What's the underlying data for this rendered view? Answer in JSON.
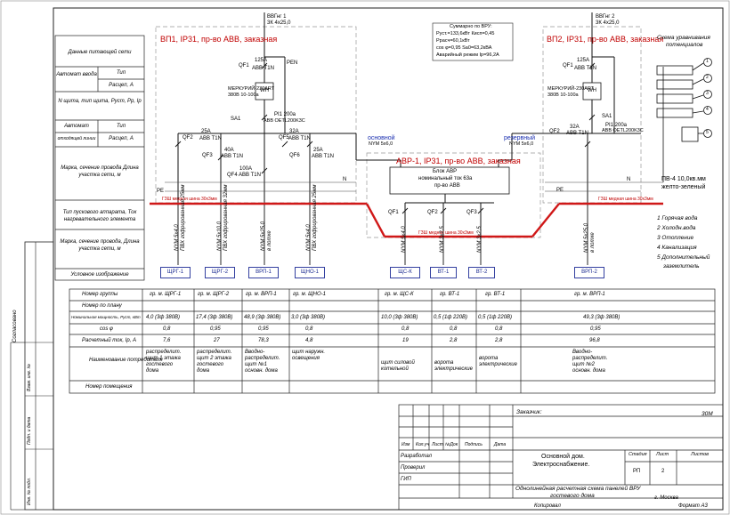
{
  "supply": {
    "feeder1": {
      "name": "ВВГнг 1",
      "cable": "3К 4х25,0"
    },
    "feeder2": {
      "name": "ВВГнг 2",
      "cable": "3К 4х25,0"
    },
    "vp1_title": "ВП1, IP31, пр-во ABB, заказная",
    "vp2_title": "ВП2, IP31, пр-во ABB, заказная",
    "avr_title": "АВР-1, IP31, пр-во ABB, заказная",
    "avr_block": [
      "Блок АВР",
      "номинальный ток 63а",
      "пр-во ABB"
    ],
    "main_line": "основной",
    "main_cable": "NYM 5х6,0",
    "reserve_line": "резервный",
    "reserve_cable": "NYM 5х6,0",
    "pe_bus1": "ГЗШ медная шина 30х3мм",
    "pe_bus2": "ГЗШ медная шина 30х3мм",
    "pe_bus3": "ГЗШ медная шина 30х3мм",
    "pen": "PEN",
    "n": "N",
    "pe": "PE",
    "wh": "WH",
    "pv4": "ПВ-4 10,0кв.мм",
    "pv4_color": "желто-зеленый"
  },
  "summary_box": [
    "Суммарно по ВРУ:",
    "Pуст.=133,6кВт  Кисп=0,45",
    "Pрасч=60,1кВт",
    "cos φ=0,95  Sa0=63,2кВА",
    "Аварийный режим  Iр=96,2А"
  ],
  "devices": {
    "qf1": "QF1",
    "qf1_spec": "125A",
    "qf1_brand": "ABB  T1N",
    "meter": "МЕРКУРИЙ-230ART",
    "meter_spec": "380В 10-100а",
    "sa1": "SA1",
    "sa1_spec": "PI1 200a",
    "sa1_brand": "ABB  OETL200K3C",
    "qf2": "QF2",
    "qf2_spec": "25A",
    "qf2_brand": "ABB  T1N",
    "qf3": "QF3",
    "qf3_spec": "40A",
    "qf3_brand": "ABB  T1N",
    "qf4": "QF4",
    "qf4_spec": "100A",
    "qf4_brand": "ABB  T1N",
    "qf5": "QF5",
    "qf5_spec": "32A",
    "qf5_brand": "ABB  T1N",
    "qf6": "QF6",
    "qf6_spec": "25A",
    "qf6_brand": "ABB  T1N",
    "qf1r": "QF1",
    "qf1r_spec": "125A",
    "qf1r_brand": "ABB  T1N",
    "meter_r": "МЕРКУРИЙ-230ART",
    "meter_r_spec": "380В 10-100а",
    "sa1r": "SA1",
    "sa1r_spec": "PI1 200a",
    "sa1r_brand": "ABB  OETL200K3C",
    "qf2r": "QF2",
    "qf2r_spec": "32A",
    "qf2r_brand": "ABB  T1N",
    "qf1a": "QF1",
    "qf2a": "QF2",
    "qf3a": "QF3"
  },
  "cables": [
    "NYM 5х4,0",
    "NYM 5х10,0",
    "NYM 5х25,0",
    "NYM 5х4,0",
    "NYM 5х4,0",
    "NYM 3х2,5",
    "NYM 3х2,5",
    "NYM 5х25,0"
  ],
  "cable_notes": [
    "ПВХ гофрированная 25мм",
    "ПВХ гофрированная 32мм",
    "в лотке",
    "ПВХ гофрированная 25мм",
    "в лотке",
    "в лотке"
  ],
  "panels": [
    "ЩРГ-1",
    "ЩРГ-2",
    "ВРП-1",
    "ЩНО-1",
    "ЩС-К",
    "ВТ-1",
    "ВТ-2",
    "ВРП-2"
  ],
  "left_labels": {
    "supply_data": "Данные питающей сети",
    "breaker": "Автомат вводa",
    "type": "Тип",
    "current": "Расцеп, А",
    "panel_no": "N щита, тип щита, Руст, Рр, Iр",
    "breaker2": "Автомат",
    "type2": "Тип",
    "outgoing": "отходящей линии",
    "current2": "Расцеп, А",
    "cable_brand": "Марка, сечение провода Длина участка сети, м",
    "starter": "Тип пускового аппарата, Ток нагревательного элемента",
    "cable_brand2": "Марка, сечение провода, Длина участка сети, м",
    "symbol": "Условное изображение"
  },
  "table": {
    "headers": [
      "Номер группы",
      "Номер по плану",
      "Номинальная мощность, Руст, кВт",
      "cos φ",
      "Расчетный ток, Iр, А",
      "Наименование потребителя",
      "Номер помещения"
    ],
    "groups": [
      "гр. м. ЩРГ-1",
      "гр. м. ЩРГ-2",
      "гр. м. ВРП-1",
      "гр. м. ЩНО-1",
      "гр. м. ЩС-К",
      "гр. ВТ-1",
      "гр. ВТ-1",
      "гр. м. ВРП-1"
    ],
    "power": [
      "4,0 (3ф 380В)",
      "17,4 (3ф 380В)",
      "48,9 (3ф 380В)",
      "3,0 (3ф 380В)",
      "10,0 (3ф 380В)",
      "0,5 (1ф 220В)",
      "0,5 (1ф 220В)",
      "49,3 (3ф 380В)"
    ],
    "cos": [
      "0,8",
      "0,95",
      "0,95",
      "0,8",
      "0,8",
      "0,8",
      "0,8",
      "0,95"
    ],
    "current": [
      "7,6",
      "27",
      "78,3",
      "4,8",
      "19",
      "2,8",
      "2,8",
      "96,8"
    ],
    "consumer": [
      [
        "распределит.",
        "щит 1 этажа",
        "гостевого",
        "дома"
      ],
      [
        "распределит.",
        "щит 2 этажа",
        "гостевого",
        "дома"
      ],
      [
        "Вводно-",
        "распределит.",
        "щит №1",
        "основн. дома"
      ],
      [
        "щит наружн.",
        "освещения"
      ],
      [
        "щит силовой",
        "котельной"
      ],
      [
        "ворота",
        "электрические"
      ],
      [
        "ворота",
        "электрические"
      ],
      [
        "Вводно-",
        "распределит.",
        "щит №2",
        "основн. дома"
      ]
    ]
  },
  "legend": {
    "title": [
      "Схема уравнивания",
      "потенциалов"
    ],
    "items": [
      "1 Горячая вода",
      "2 Холодн.вода",
      "3 Отопление",
      "4 Канализация",
      "5 Дополнительный",
      "заземлитель"
    ],
    "numbers": [
      "1",
      "2",
      "3",
      "4",
      "5"
    ]
  },
  "side_stamps": [
    "Согласовано",
    "Взам. инв. №",
    "Подп. и дата",
    "Инв. № подл."
  ],
  "stamp": {
    "customer_label": "Заказчик:",
    "code": "30М",
    "col_heads": [
      "Изм",
      "Кол.уч",
      "Лист",
      "№Док",
      "Подпись",
      "Дата"
    ],
    "roles": [
      "Разработал",
      "Проверил",
      "ГИП"
    ],
    "object": [
      "Основной дом.",
      "Электроснабжение."
    ],
    "stage_head": "Стадия",
    "sheet_head": "Лист",
    "sheets_head": "Листов",
    "stage": "РП",
    "sheet": "2",
    "title": [
      "Однолинейная расчетная схема панелей ВРУ",
      "гостевого дома"
    ],
    "city": "г. Москва",
    "copied": "Копировал",
    "format": "Формат А3"
  },
  "colors": {
    "red": "#d01818",
    "blue": "#1a2fb0",
    "line": "#111111",
    "frame": "#222222"
  }
}
